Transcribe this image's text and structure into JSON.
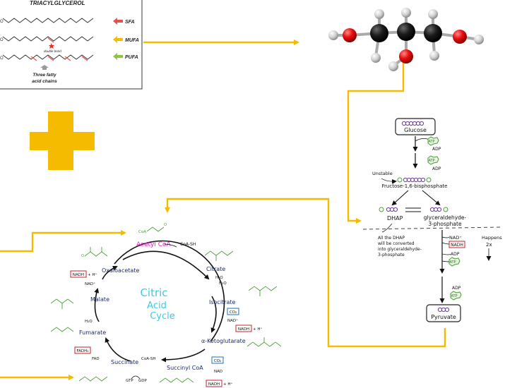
{
  "colors": {
    "arrow": "#f5bb00",
    "plus": "#f5bb00",
    "sfa": "#e8504a",
    "mufa": "#f5bb00",
    "pufa": "#8cc43c",
    "acetyl": "#e020c8",
    "cycle": "#3fc8e8",
    "navy": "#1a2a6c",
    "green_struct": "#4a9e3a",
    "red_box": "#c8202a",
    "purple": "#6a3aa0"
  },
  "tag": {
    "title": "TRIACYLGLYCEROL",
    "sfa": "SFA",
    "mufa": "MUFA",
    "pufa": "PUFA",
    "double_bond": "double bond",
    "chains_line1": "Three fatty",
    "chains_line2": "acid chains"
  },
  "glycolysis": {
    "glucose": "Glucose",
    "atp1": "ATP",
    "adp1": "ADP",
    "atp2": "ATP",
    "adp2": "ADP",
    "unstable": "Unstable",
    "f16bp": "Fructose-1,6-bisphosphate",
    "dhap": "DHAP",
    "g3p_line1": "glyceraldehyde-",
    "g3p_line2": "3-phosphate",
    "note1": "All the DHAP",
    "note2": "will be converted",
    "note3": "into glyceraldehyde-",
    "note4": "3-phosphate",
    "nad": "NAD⁺",
    "nadh": "NADH",
    "happens1": "Happens",
    "happens2": "2x",
    "adp3": "ADP",
    "atp3": "ATP",
    "adp4": "ADP",
    "atp4": "ATP",
    "pyruvate": "Pyruvate"
  },
  "tca": {
    "title1": "Citric",
    "title2": "Acid",
    "title3": "Cycle",
    "acetyl_coa": "Acetyl CoA",
    "coa_sh_top": "CoA-SH",
    "coa_s": "CoA",
    "citrate": "Citrate",
    "h2o_a": "H₂O",
    "h2o_b": "H₂O",
    "isocitrate": "Isocitrate",
    "co2_a": "CO₂",
    "nad_a": "NAD⁺",
    "nadh_a": "NADH",
    "h_a": "+ H⁺",
    "akg": "α-Ketoglutarate",
    "co2_b": "CO₂",
    "nad_b": "NAD",
    "nadh_b": "NADH",
    "h_b": "+ H⁺",
    "succinyl": "Succinyl CoA",
    "coa_sh_b": "CoA-SH",
    "gtp": "GTP",
    "gdp": "GDP",
    "succinate": "Succinate",
    "fad": "FAD",
    "fadh2": "FADH₂",
    "fumarate": "Fumarate",
    "h2o_c": "H₂O",
    "malate": "Malate",
    "nad_c": "NAD⁺",
    "nadh_c": "NADH",
    "h_c": "+ H⁺",
    "oxaloacetate": "Oxaloacetate"
  }
}
